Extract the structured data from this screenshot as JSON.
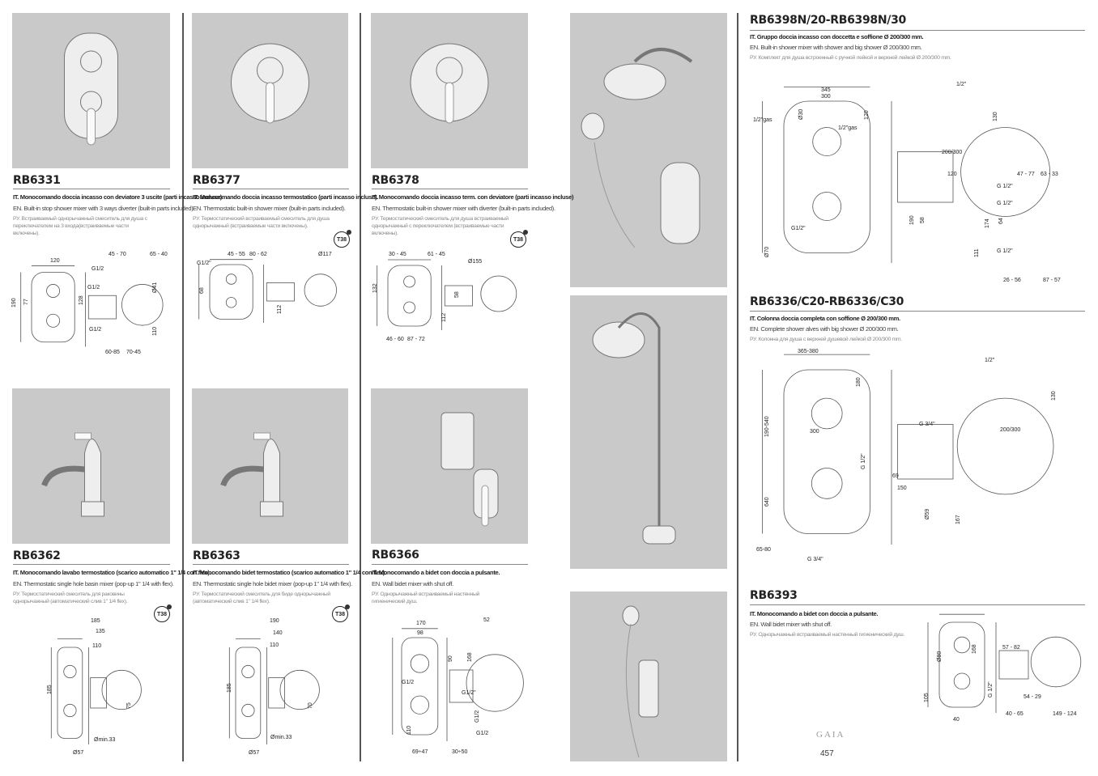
{
  "products": [
    {
      "code": "RB6331",
      "it": "IT. Monocomando doccia incasso con deviatore 3 uscite (parti incasso incluse).",
      "en": "EN. Built-in stop shower mixer with 3 ways diverter (built-in parts included).",
      "ru": "РУ. Встраиваемый однорычажный смеситель для душа с переключателем на 3 входа(встраиваемые части включены).",
      "badge": null,
      "dims": [
        "120",
        "45 - 70",
        "65 - 40",
        "G1/2",
        "G1/2",
        "128",
        "190",
        "77",
        "Ø41",
        "110",
        "G1/2",
        "60-85",
        "70-45"
      ]
    },
    {
      "code": "RB6377",
      "it": "IT. Monocomando doccia incasso termostatico (parti incasso incluse).",
      "en": "EN. Thermostatic built-in shower mixer (built-in parts included).",
      "ru": "РУ. Термостатический встраиваемый смеситель для душа однорычажный (встраиваемые части включены).",
      "badge": "T38",
      "dims": [
        "G1/2\"",
        "45 - 55",
        "80 - 62",
        "Ø117",
        "68",
        "112"
      ]
    },
    {
      "code": "RB6378",
      "it": "IT. Monocomando doccia incasso term. con deviatore (parti incasso incluse)",
      "en": "EN. Thermostatic built-in shower mixer with diverter (built-in parts included).",
      "ru": "РУ. Термостатический смеситель для душа встраиваемый однорычажный с переключателем (встраиваемые части включены).",
      "badge": "T38",
      "dims": [
        "30 - 45",
        "61 - 45",
        "Ø155",
        "132",
        "58",
        "112",
        "46 - 60",
        "87 - 72"
      ]
    },
    {
      "code": "RB6362",
      "it": "IT. Monocomando lavabo termostatico (scarico automatico 1\" 1/4 con flex).",
      "en": "EN. Thermostatic single hole basin mixer (pop-up 1\" 1/4 with flex).",
      "ru": "РУ. Термостатический смеситель для раковины однорычажный (автоматический слив 1\" 1/4 flex).",
      "badge": "T38",
      "dims": [
        "185",
        "135",
        "110",
        "185",
        "75",
        "Ømin.33",
        "Ø57"
      ]
    },
    {
      "code": "RB6363",
      "it": "IT. Monocomando bidet termostatico (scarico automatico 1\" 1/4 con flex).",
      "en": "EN. Thermostatic single hole bidet mixer (pop-up 1\" 1/4 with flex).",
      "ru": "РУ. Термостатический смеситель для биде однорычажный (автоматический слив 1\" 1/4 flex).",
      "badge": "T38",
      "dims": [
        "190",
        "140",
        "110",
        "185",
        "70",
        "Ømin.33",
        "Ø57"
      ]
    },
    {
      "code": "RB6366",
      "it": "IT. Monocomando a bidet con doccia a pulsante.",
      "en": "EN. Wall bidet mixer with shut off.",
      "ru": "РУ. Однорычажный встраиваемый настенный гигиенический душ.",
      "badge": null,
      "dims": [
        "170",
        "98",
        "52",
        "90",
        "168",
        "G1/2",
        "G1/2\"",
        "G1/2",
        "G1/2",
        "110",
        "69÷47",
        "30÷50"
      ]
    },
    {
      "code": "RB6398N/20-RB6398N/30",
      "it": "IT. Gruppo doccia incasso con doccetta e soffione Ø 200/300 mm.",
      "en": "EN. Built-in shower mixer with shower and big shower Ø 200/300 mm.",
      "ru": "РУ. Комплект для душа встроенный с ручной лейкой и верхней лейкой Ø 200/300 mm.",
      "badge": null,
      "dims": [
        "345",
        "300",
        "Ø30",
        "120",
        "1/2\"gas",
        "1/2\"gas",
        "1/2\"",
        "130",
        "200/300",
        "120",
        "47 - 77",
        "63 - 33",
        "G 1/2\"",
        "G 1/2\"",
        "190",
        "58",
        "174",
        "64",
        "G1/2\"",
        "Ø70",
        "111",
        "G 1/2\"",
        "26 - 56",
        "87 - 57"
      ]
    },
    {
      "code": "RB6336/C20-RB6336/C30",
      "it": "IT. Colonna doccia completa con soffione Ø 200/300 mm.",
      "en": "EN. Complete shower alves with big shower Ø 200/300 mm.",
      "ru": "РУ. Колонна для душа с верхней душевой лейкой Ø 200/300 mm.",
      "badge": null,
      "dims": [
        "365-380",
        "180",
        "190-540",
        "300",
        "G 3/4\"",
        "1/2\"",
        "130",
        "200/300",
        "G 1/2\"",
        "69",
        "150",
        "Ø59",
        "167",
        "640",
        "65-80",
        "G 3/4\""
      ]
    },
    {
      "code": "RB6393",
      "it": "IT. Monocomando a bidet con doccia a pulsante.",
      "en": "EN. Wall bidet mixer with shut off.",
      "ru": "РУ. Однорычажный встраиваемый настенный гигиенический душ.",
      "badge": null,
      "dims": [
        "168",
        "Ø80",
        "57 - 82",
        "105",
        "40",
        "G 1/2\"",
        "54 - 29",
        "40 - 65",
        "149 - 124"
      ]
    }
  ],
  "footer": {
    "brand": "GAIA",
    "page": "457"
  },
  "colors": {
    "photo_bg": "#c9c9c9",
    "text": "#222222",
    "rule": "#888888"
  }
}
